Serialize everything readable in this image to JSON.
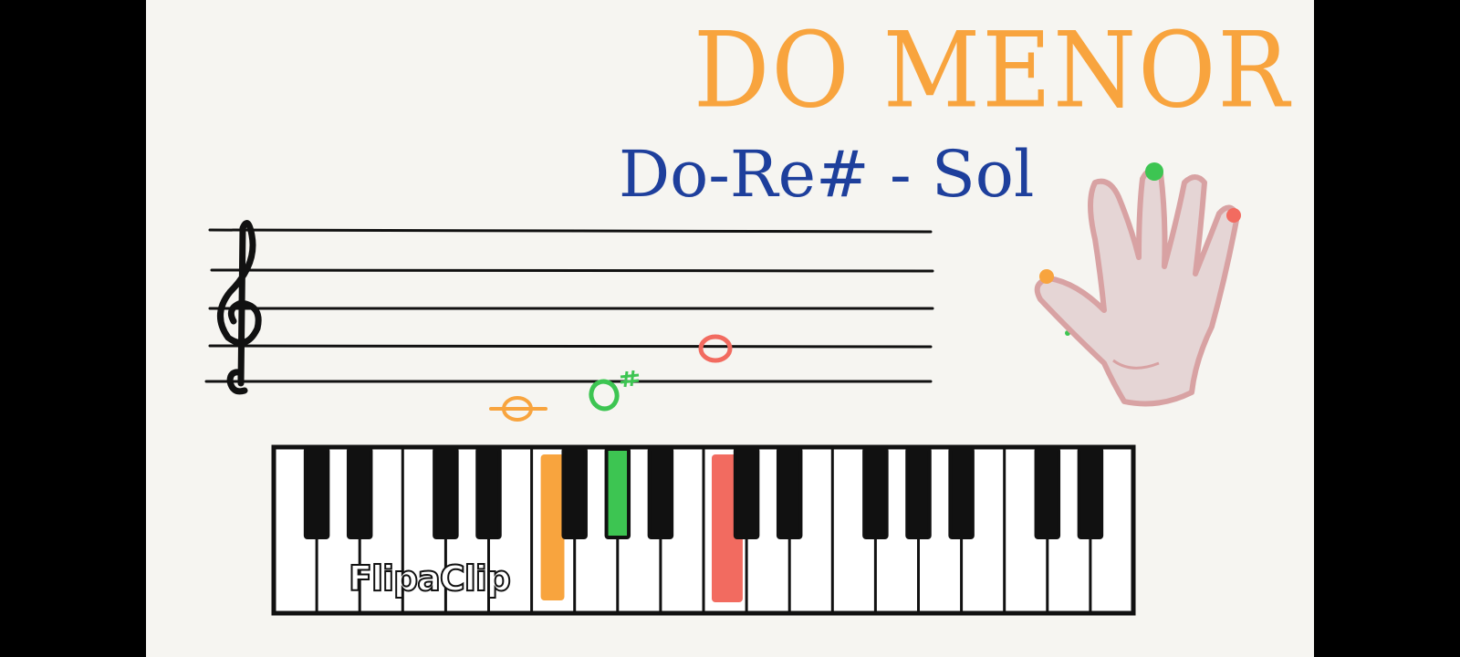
{
  "title": "DO MENOR",
  "notes_label": "Do-Re# - Sol",
  "watermark": "FlipaClip",
  "colors": {
    "do": "#f8a43e",
    "re_sharp": "#3dc552",
    "sol": "#f26b60",
    "title": "#f8a43e",
    "notes_label": "#1e3f9c",
    "hand_fill": "#e5d5d5",
    "hand_outline": "#d8a2a3"
  },
  "keyboard": {
    "white_key_count": 20,
    "highlighted": [
      {
        "note": "Do",
        "type": "white",
        "color": "do"
      },
      {
        "note": "Re#",
        "type": "black",
        "color": "re_sharp"
      },
      {
        "note": "Sol",
        "type": "white",
        "color": "sol"
      }
    ]
  },
  "hand_fingers": [
    {
      "finger": "thumb",
      "color": "do"
    },
    {
      "finger": "middle",
      "color": "re_sharp"
    },
    {
      "finger": "pinky",
      "color": "sol"
    }
  ]
}
